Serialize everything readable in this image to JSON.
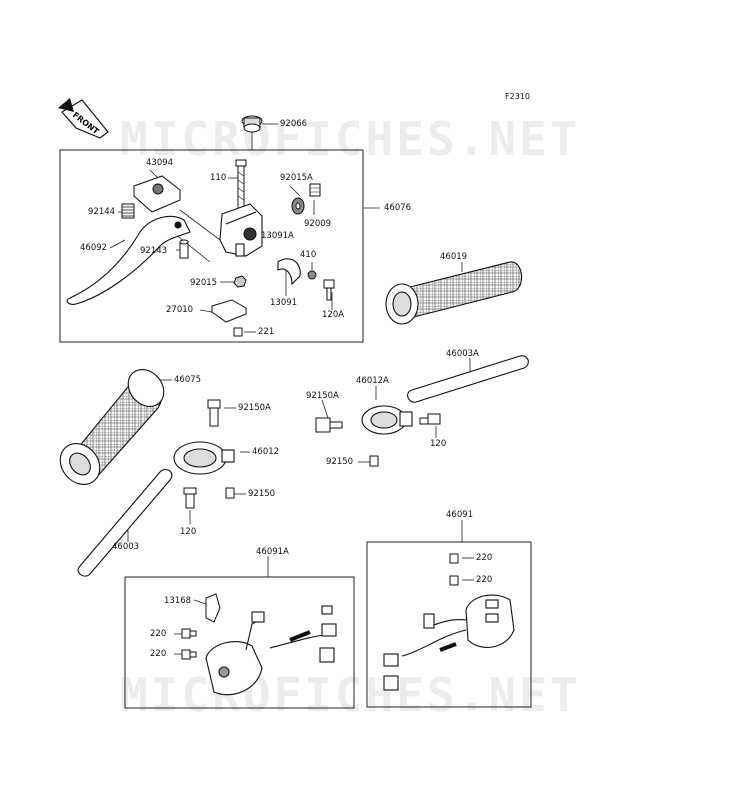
{
  "figure_code": "F2310",
  "front_label": "FRONT",
  "watermark": "MICROFICHES.NET",
  "labels": {
    "p92066": "92066",
    "p43094": "43094",
    "p110": "110",
    "p92015A": "92015A",
    "p92144": "92144",
    "p92009": "92009",
    "p46076": "46076",
    "p13091A": "13091A",
    "p46092": "46092",
    "p92143": "92143",
    "p410": "410",
    "p92015": "92015",
    "p13091": "13091",
    "p120A": "120A",
    "p27010": "27010",
    "p221": "221",
    "p46019": "46019",
    "p46003A": "46003A",
    "p46075": "46075",
    "p46012A": "46012A",
    "p92150A_r": "92150A",
    "p92150A_l": "92150A",
    "p120_r": "120",
    "p92150_r": "92150",
    "p46012": "46012",
    "p92150_l": "92150",
    "p120_l": "120",
    "p46003": "46003",
    "p46091": "46091",
    "p46091A": "46091A",
    "p220_r1": "220",
    "p220_r2": "220",
    "p13168": "13168",
    "p220_l1": "220",
    "p220_l2": "220"
  }
}
